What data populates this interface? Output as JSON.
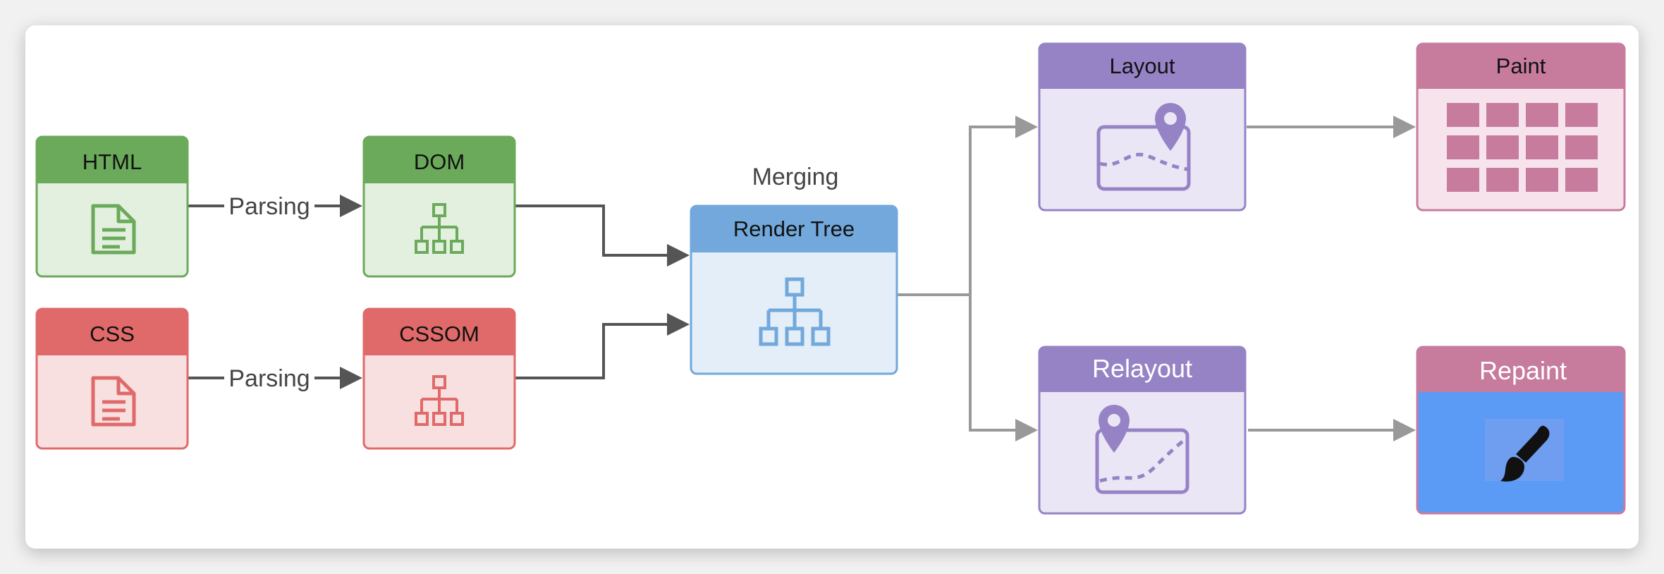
{
  "nodes": {
    "html": {
      "title": "HTML"
    },
    "dom": {
      "title": "DOM"
    },
    "css": {
      "title": "CSS"
    },
    "cssom": {
      "title": "CSSOM"
    },
    "render_tree": {
      "title": "Render Tree"
    },
    "layout": {
      "title": "Layout"
    },
    "paint": {
      "title": "Paint"
    },
    "relayout": {
      "title": "Relayout"
    },
    "repaint": {
      "title": "Repaint"
    }
  },
  "edges": {
    "html_to_dom": "Parsing",
    "css_to_cssom": "Parsing",
    "merge": "Merging"
  },
  "colors": {
    "green_header": "#6aaa5a",
    "green_body": "#e3f0df",
    "red_header": "#e06a6a",
    "red_body": "#f8e0e0",
    "blue_header": "#72a8db",
    "blue_body": "#e3eef9",
    "purple_header": "#9683c6",
    "purple_body": "#ebe6f5",
    "pink_header": "#c77c9e",
    "pink_body": "#f6e3ec",
    "repaint_body": "#5b9bf5",
    "connector": "#555555",
    "connector_light": "#999999"
  },
  "icons": {
    "html": "document-icon",
    "css": "document-icon",
    "dom": "tree-hierarchy-icon",
    "cssom": "tree-hierarchy-icon",
    "render_tree": "tree-hierarchy-icon",
    "layout": "map-pin-icon",
    "relayout": "map-pin-icon",
    "paint": "grid-icon",
    "repaint": "paint-brush-icon"
  }
}
